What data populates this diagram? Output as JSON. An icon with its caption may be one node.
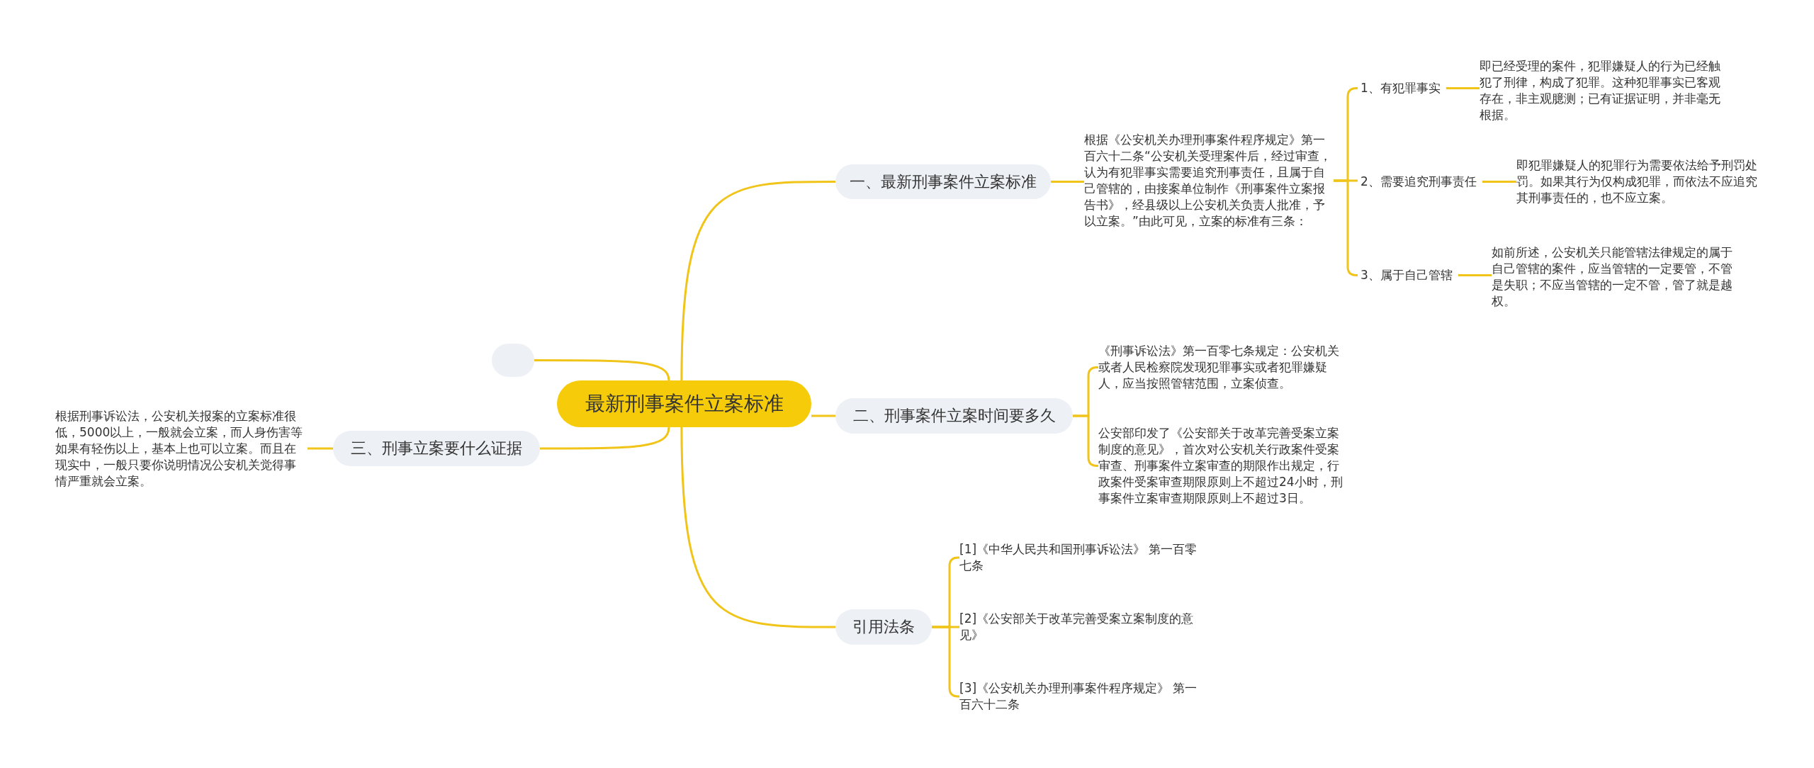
{
  "diagram": {
    "nodes": [
      {
        "text": [
          "最新刑事案件立案标准"
        ]
      },
      {
        "text": [],
        "shape": "box"
      },
      {
        "text": [
          "一、最新刑事案件立案标准"
        ]
      },
      {
        "text": [
          "根据《公安机关办理刑事案件程序规定》第一百六十二条“公安机关受理案件后，经过审查，认为有犯罪事实需要追究刑事责任，且属于自己管辖的，由接案单位制作《刑事案件立案报告书》，经县级以上公安机关负责人批准，予以立案。”由此可见，立案的标准有三条："
        ]
      },
      {
        "text": [
          "1、有犯罪事实"
        ]
      },
      {
        "text": [
          "即已经受理的案件，犯罪嫌疑人的行为已经触犯了刑律，构成了犯罪。这种犯罪事实已客观存在，非主观臆测；已有证据证明，并非毫无根据。"
        ]
      },
      {
        "text": [
          "2、需要追究刑事责任"
        ]
      },
      {
        "text": [
          "即犯罪嫌疑人的犯罪行为需要依法给予刑罚处罚。如果其行为仅构成犯罪，而依法不应追究其刑事责任的，也不应立案。"
        ]
      },
      {
        "text": [
          "3、属于自己管辖"
        ]
      },
      {
        "text": [
          "如前所述，公安机关只能管辖法律规定的属于自己管辖的案件，应当管辖的一定要管，不管是失职；不应当管辖的一定不管，管了就是越权。"
        ]
      },
      {
        "text": [
          "二、刑事案件立案时间要多久"
        ]
      },
      {
        "text": [
          "《刑事诉讼法》第一百零七条规定：公安机关或者人民检察院发现犯罪事实或者犯罪嫌疑人，应当按照管辖范围，立案侦查。"
        ]
      },
      {
        "text": [
          "公安部印发了《公安部关于改革完善受案立案制度的意见》，首次对公安机关行政案件受案审查、刑事案件立案审查的期限作出规定，行政案件受案审查期限原则上不超过24小时，刑事案件立案审查期限原则上不超过3日。"
        ]
      },
      {
        "text": [
          "三、刑事立案要什么证据"
        ]
      },
      {
        "text": [
          "根据刑事诉讼法，公安机关报案的立案标准很低，5000以上，一般就会立案，而人身伤害等如果有轻伤以上，基本上也可以立案。而且在现实中，一般只要你说明情况公安机关觉得事情严重就会立案。"
        ]
      },
      {
        "text": [
          "引用法条"
        ]
      },
      {
        "text": [
          "[1]《中华人民共和国刑事诉讼法》 第一百零七条"
        ]
      },
      {
        "text": [
          "[2]《公安部关于改革完善受案立案制度的意见》"
        ]
      },
      {
        "text": [
          "[3]《公安机关办理刑事案件程序规定》 第一百六十二条"
        ]
      }
    ],
    "edges": [
      {
        "from": 0,
        "to": 1,
        "arrow": "none"
      },
      {
        "from": 0,
        "to": 2,
        "arrow": "none"
      },
      {
        "from": 2,
        "to": 3,
        "arrow": "none"
      },
      {
        "from": 3,
        "to": 4,
        "arrow": "none"
      },
      {
        "from": 4,
        "to": 5,
        "arrow": "none"
      },
      {
        "from": 3,
        "to": 6,
        "arrow": "none"
      },
      {
        "from": 6,
        "to": 7,
        "arrow": "none"
      },
      {
        "from": 3,
        "to": 8,
        "arrow": "none"
      },
      {
        "from": 8,
        "to": 9,
        "arrow": "none"
      },
      {
        "from": 0,
        "to": 10,
        "arrow": "none"
      },
      {
        "from": 10,
        "to": 11,
        "arrow": "none"
      },
      {
        "from": 10,
        "to": 12,
        "arrow": "none"
      },
      {
        "from": 0,
        "to": 13,
        "arrow": "none"
      },
      {
        "from": 13,
        "to": 14,
        "arrow": "none"
      },
      {
        "from": 0,
        "to": 15,
        "arrow": "none"
      },
      {
        "from": 15,
        "to": 16,
        "arrow": "none"
      },
      {
        "from": 15,
        "to": 17,
        "arrow": "none"
      },
      {
        "from": 15,
        "to": 18,
        "arrow": "none"
      }
    ]
  }
}
